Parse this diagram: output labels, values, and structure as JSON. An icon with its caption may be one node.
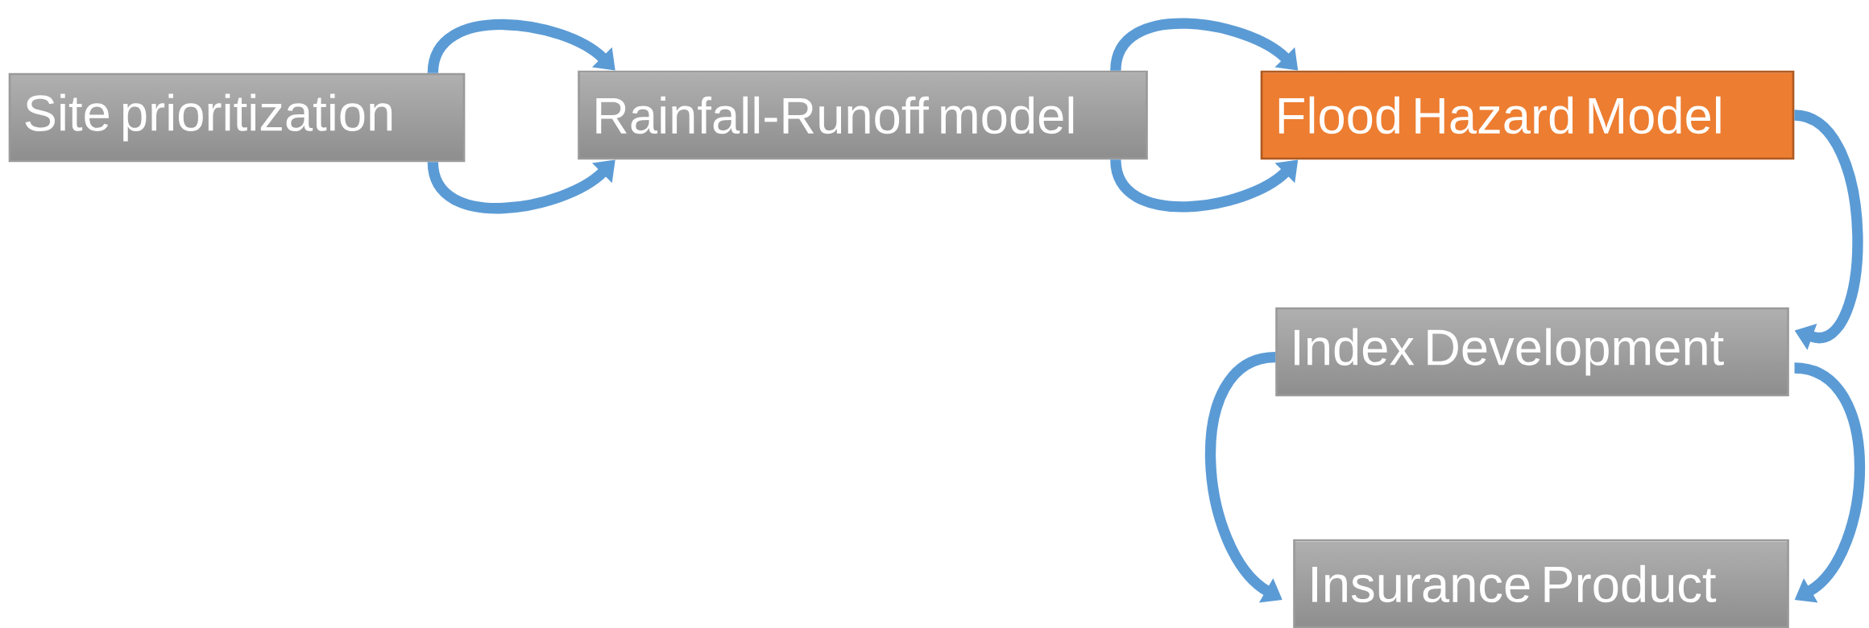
{
  "diagram": {
    "nodes": [
      {
        "text": [
          "Site prioritization"
        ]
      },
      {
        "text": [
          "Rainfall-Runoff model"
        ]
      },
      {
        "text": [
          "Flood Hazard Model"
        ]
      },
      {
        "text": [
          "Index Development"
        ]
      },
      {
        "text": [
          "Insurance Product"
        ]
      }
    ],
    "edges": [
      {
        "from": 0,
        "to": 1,
        "arrow": "to"
      },
      {
        "from": 0,
        "to": 1,
        "arrow": "to"
      },
      {
        "from": 1,
        "to": 2,
        "arrow": "to"
      },
      {
        "from": 1,
        "to": 2,
        "arrow": "to"
      },
      {
        "from": 2,
        "to": 3,
        "arrow": "to"
      },
      {
        "from": 3,
        "to": 4,
        "arrow": "to"
      },
      {
        "from": 3,
        "to": 4,
        "arrow": "to"
      }
    ]
  }
}
